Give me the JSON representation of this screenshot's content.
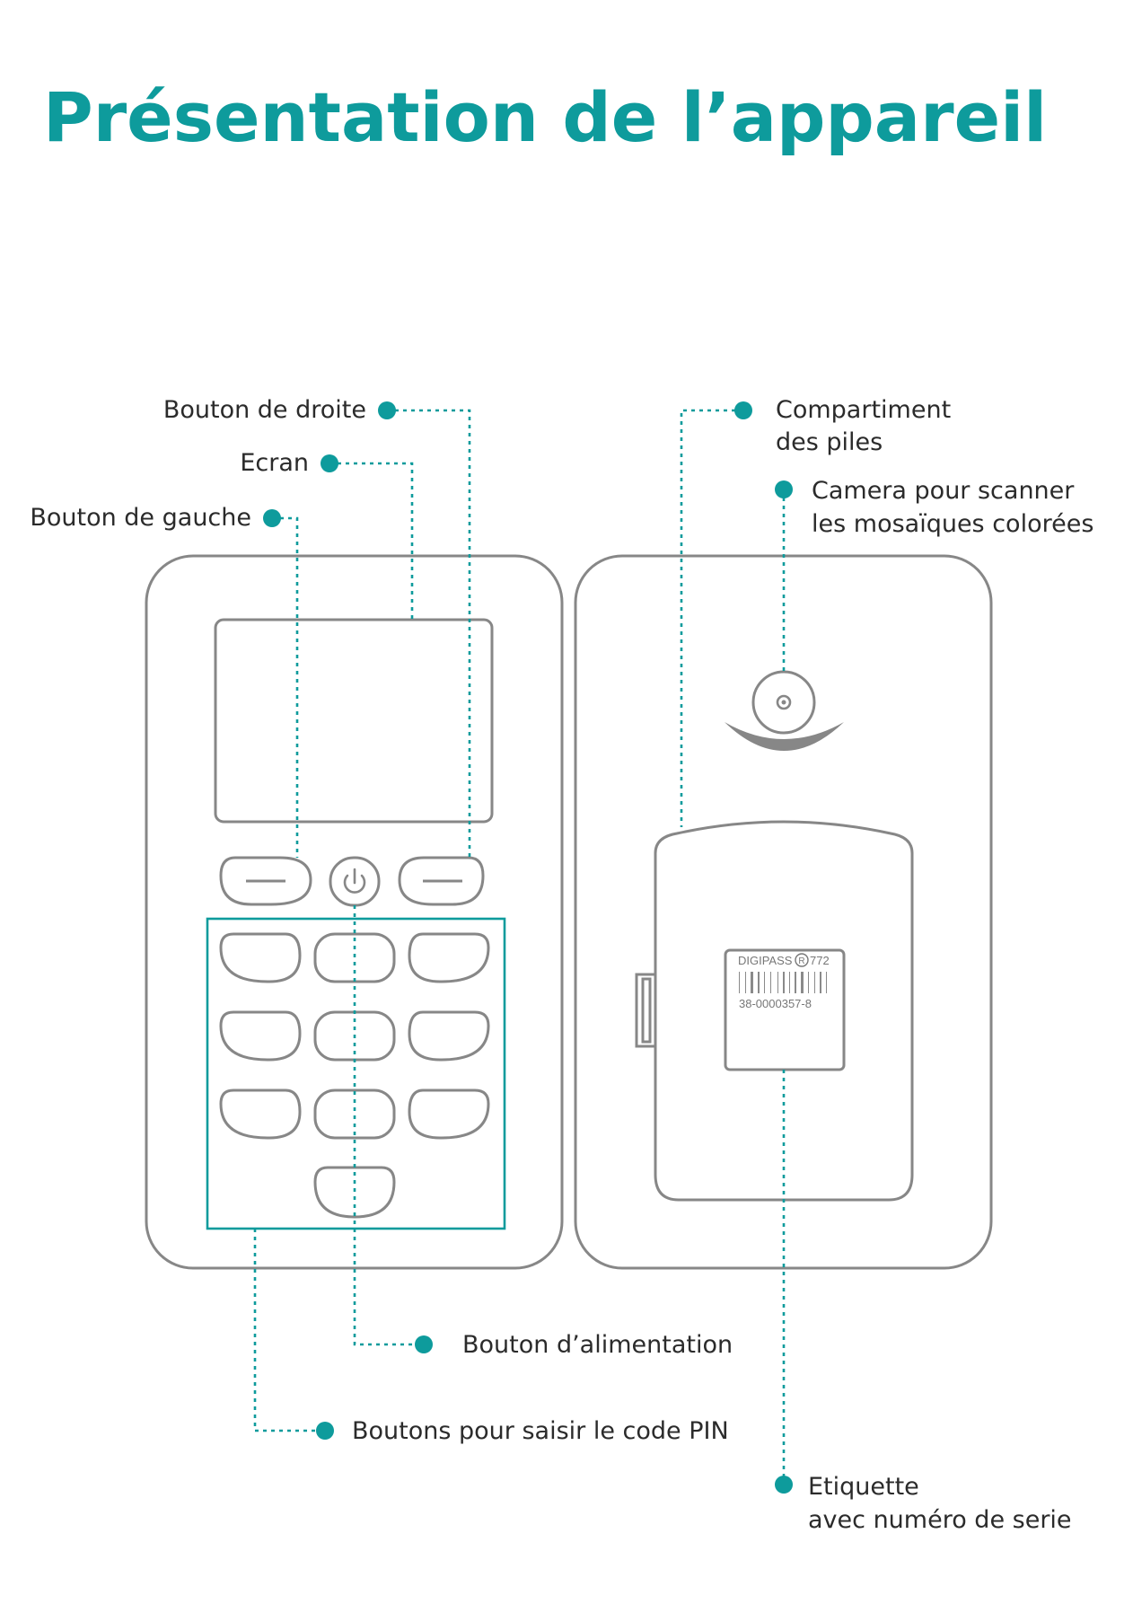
{
  "title": "Présentation de l’appareil",
  "labels": {
    "right_button": "Bouton de droite",
    "screen": "Ecran",
    "left_button": "Bouton de gauche",
    "battery_line1": "Compartiment",
    "battery_line2": "des piles",
    "camera_line1": "Camera pour scanner",
    "camera_line2": "les mosaïques colorées",
    "power_button": "Bouton d’alimentation",
    "pin_buttons": "Boutons pour saisir le code PIN",
    "serial_line1": "Etiquette",
    "serial_line2": "avec numéro de serie"
  },
  "serial_label": {
    "brand": "DIGIPASS",
    "registered": "R",
    "model": "772",
    "serial": "38-0000357-8"
  },
  "colors": {
    "accent": "#0e9b9c",
    "outline": "#878787",
    "text": "#2b2b2b"
  },
  "icons": {
    "power": "power-icon",
    "camera": "camera-lens-icon"
  }
}
